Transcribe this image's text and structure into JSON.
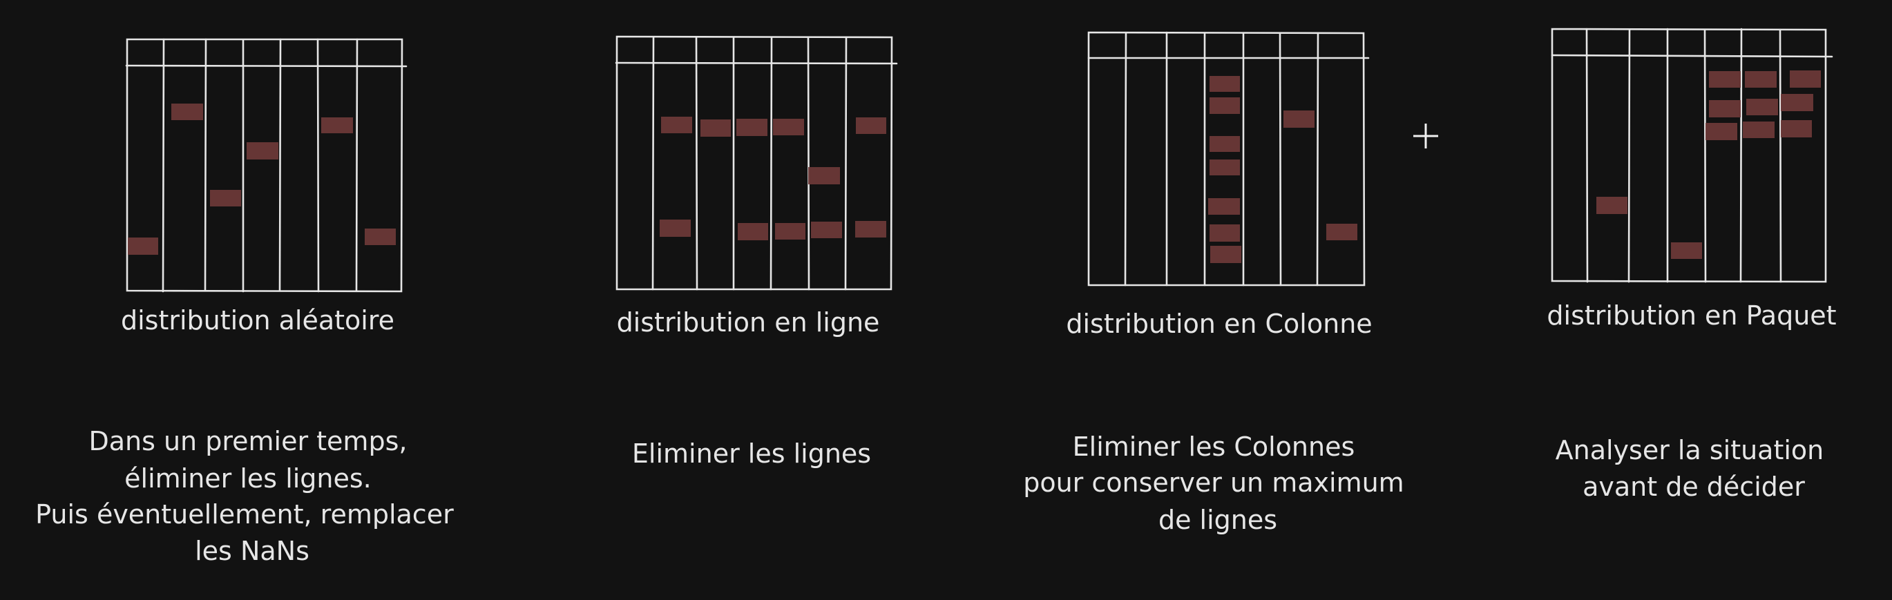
{
  "colors": {
    "background": "#121212",
    "line": "#e6e6e6",
    "nan_cell": "#6e3a38"
  },
  "panels": [
    {
      "caption": "distribution aléatoire",
      "description": [
        "Dans un premier temps,",
        "éliminer les lignes.",
        "Puis éventuellement, remplacer",
        "les NaNs"
      ]
    },
    {
      "caption": "distribution en ligne",
      "description": [
        "Eliminer les lignes"
      ]
    },
    {
      "caption": "distribution en Colonne",
      "description": [
        "Eliminer les Colonnes",
        "pour conserver un maximum",
        "de lignes"
      ]
    },
    {
      "caption": "distribution en Paquet",
      "description": [
        "Analyser la situation",
        "avant de décider"
      ]
    }
  ],
  "plus_icon": "plus-icon"
}
